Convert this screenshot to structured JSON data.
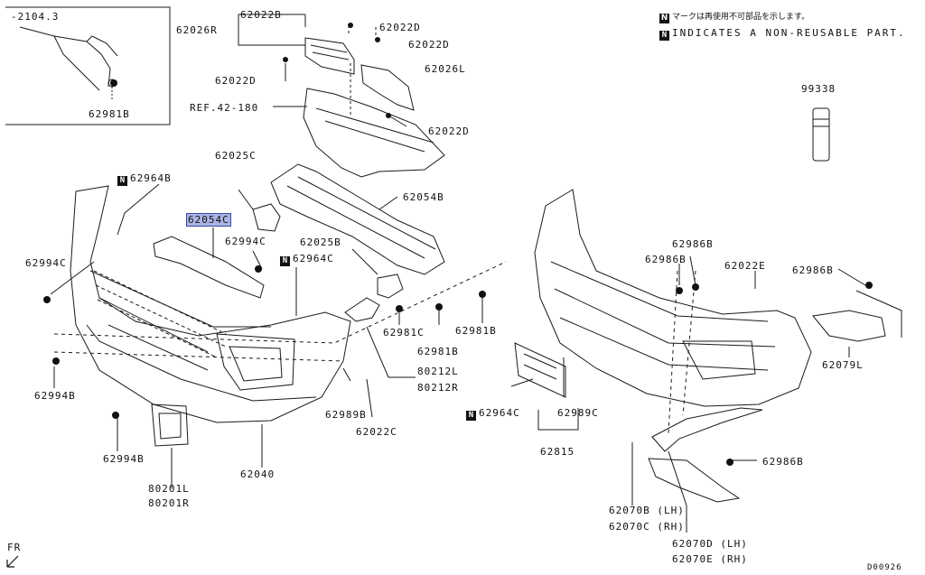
{
  "notes": {
    "symbol": "N",
    "jp": "マークは再使用不可部品を示します。",
    "en": "INDICATES A NON-REUSABLE PART."
  },
  "inset": {
    "ref": "-2104.3",
    "part": "62981B"
  },
  "ref_label": "REF.42-180",
  "labels": {
    "p62022B": "62022B",
    "p62022D_1": "62022D",
    "p62026R": "62026R",
    "p62022D_2": "62022D",
    "p62026L": "62026L",
    "p62022D_3": "62022D",
    "p62022D_4": "62022D",
    "p99338": "99338",
    "p62025C": "62025C",
    "p62964B": "62964B",
    "p62054B": "62054B",
    "p62054C": "62054C",
    "p62994C_1": "62994C",
    "p62025B": "62025B",
    "p62964C_1": "62964C",
    "p62994C_2": "62994C",
    "p62986B_1": "62986B",
    "p62986B_2": "62986B",
    "p62022E": "62022E",
    "p62986B_3": "62986B",
    "p62981C": "62981C",
    "p62981B_1": "62981B",
    "p62981B_2": "62981B",
    "p62079L": "62079L",
    "p62994B_1": "62994B",
    "p80212L": "80212L",
    "p80212R": "80212R",
    "p62989B": "62989B",
    "p62964C_2": "62964C",
    "p62989C": "62989C",
    "p62022C": "62022C",
    "p62994B_2": "62994B",
    "p62815": "62815",
    "p62040": "62040",
    "p62986B_4": "62986B",
    "p80201L": "80201L",
    "p80201R": "80201R",
    "p62070B": "62070B (LH)",
    "p62070C": "62070C (RH)",
    "p62070D": "62070D (LH)",
    "p62070E": "62070E (RH)",
    "fr": "FR",
    "diagram_code": "D00926"
  }
}
